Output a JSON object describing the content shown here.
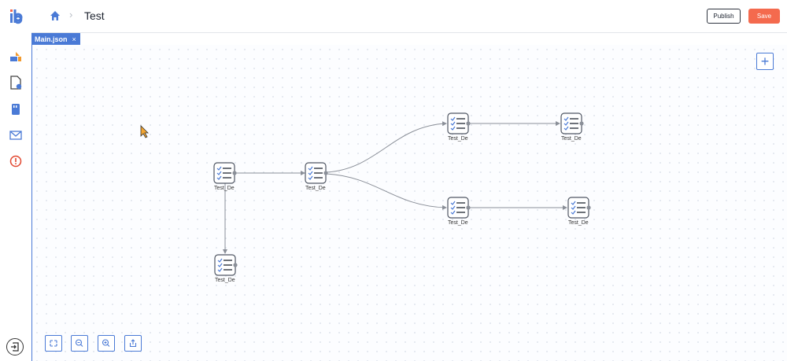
{
  "app": {
    "title": "Test"
  },
  "header": {
    "publish_label": "Publish",
    "save_label": "Save",
    "breadcrumb_separator": "›"
  },
  "tabs": [
    {
      "label": "Main.json",
      "close": "×"
    }
  ],
  "sidebar": {
    "items": [
      {
        "icon": "workflow-icon"
      },
      {
        "icon": "document-settings-icon"
      },
      {
        "icon": "storage-card-icon"
      },
      {
        "icon": "mail-icon"
      },
      {
        "icon": "alert-circle-icon"
      }
    ]
  },
  "canvas": {
    "add_label": "+",
    "nodes": [
      {
        "label": "Test_De"
      },
      {
        "label": "Test_De"
      },
      {
        "label": "Test_De"
      },
      {
        "label": "Test_De"
      },
      {
        "label": "Test_De"
      },
      {
        "label": "Test_De"
      },
      {
        "label": "Test_De"
      }
    ]
  },
  "toolbar": {
    "buttons": [
      "fit-screen-icon",
      "zoom-out-icon",
      "zoom-in-icon",
      "export-icon"
    ]
  },
  "colors": {
    "accent": "#4a7ad6",
    "save": "#f46a4e",
    "node_border": "#4f5663"
  }
}
